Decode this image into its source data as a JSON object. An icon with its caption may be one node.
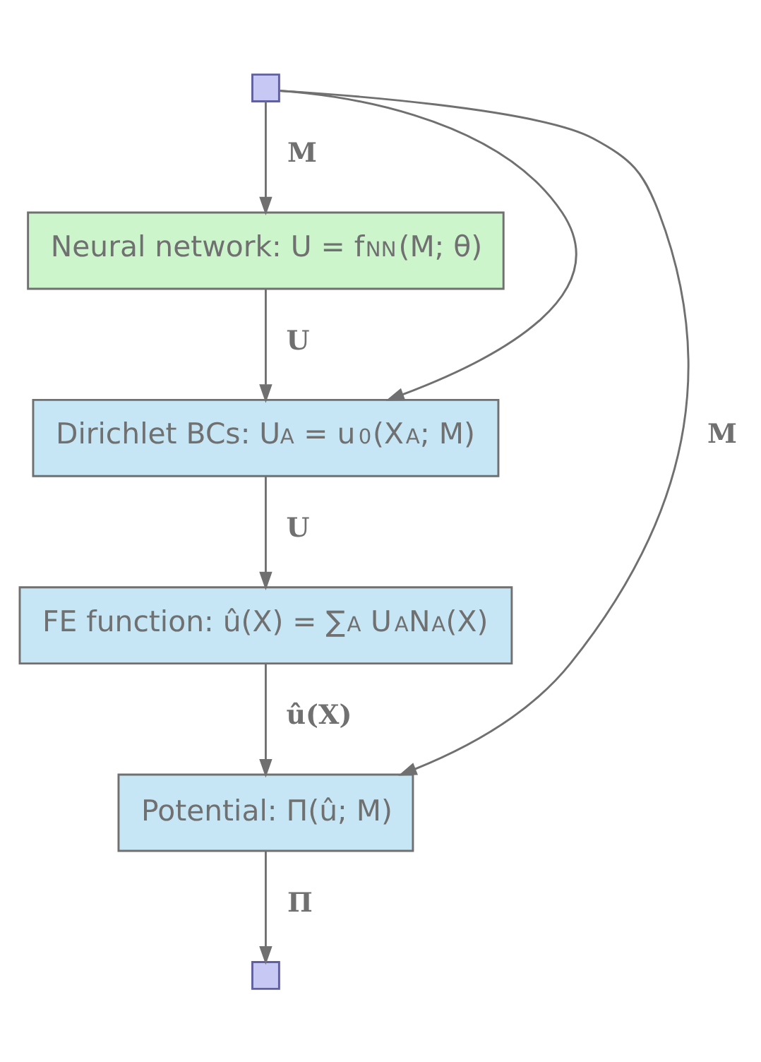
{
  "diagram": {
    "nodes": [
      {
        "text": [],
        "shape": "box"
      },
      {
        "text": [
          "Neural network: U = f$_{NN}$(M; θ)"
        ]
      },
      {
        "text": [
          "Dirichlet BCs: U$_{A}$ = u$_{0}$(X$_{A}$; M)"
        ]
      },
      {
        "text": [
          "FE function: û(X) = ∑$_{A}$ U$_{A}$N$_{A}$(X)"
        ]
      },
      {
        "text": [
          "Potential: Π(û; M)"
        ]
      },
      {
        "text": [],
        "shape": "box"
      }
    ],
    "edges": [
      {
        "from": 0,
        "to": 1,
        "arrow": "to",
        "label": "M"
      },
      {
        "from": 1,
        "to": 2,
        "arrow": "to",
        "label": "U"
      },
      {
        "from": 2,
        "to": 3,
        "arrow": "to",
        "label": "U"
      },
      {
        "from": 3,
        "to": 4,
        "arrow": "to",
        "label": "û(X)"
      },
      {
        "from": 4,
        "to": 5,
        "arrow": "to",
        "label": "Π"
      },
      {
        "from": 0,
        "to": 2,
        "arrow": "to"
      },
      {
        "from": 0,
        "to": 4,
        "arrow": "to",
        "label": "M"
      }
    ]
  }
}
